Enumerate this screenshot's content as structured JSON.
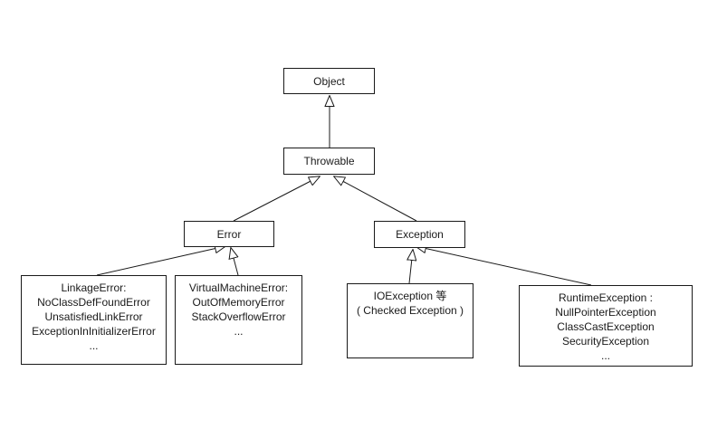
{
  "colors": {
    "line": "#1a1a1a",
    "background": "#ffffff",
    "text": "#1a1a1a"
  },
  "nodes": {
    "object": {
      "label": "Object"
    },
    "throwable": {
      "label": "Throwable"
    },
    "error": {
      "label": "Error"
    },
    "exception": {
      "label": "Exception"
    },
    "linkage_error": {
      "lines": [
        "LinkageError:",
        "NoClassDefFoundError",
        "UnsatisfiedLinkError",
        "ExceptionInInitializerError",
        "..."
      ]
    },
    "virtual_machine_error": {
      "lines": [
        "VirtualMachineError:",
        "OutOfMemoryError",
        "StackOverflowError",
        "..."
      ]
    },
    "io_exception": {
      "lines": [
        "IOException 等",
        "( Checked Exception )"
      ]
    },
    "runtime_exception": {
      "lines": [
        "RuntimeException :",
        "NullPointerException",
        "ClassCastException",
        "SecurityException",
        "..."
      ]
    }
  },
  "edges": [
    {
      "child": "Throwable",
      "parent": "Object",
      "type": "inheritance"
    },
    {
      "child": "Error",
      "parent": "Throwable",
      "type": "inheritance"
    },
    {
      "child": "Exception",
      "parent": "Throwable",
      "type": "inheritance"
    },
    {
      "child": "LinkageError",
      "parent": "Error",
      "type": "inheritance"
    },
    {
      "child": "VirtualMachineError",
      "parent": "Error",
      "type": "inheritance"
    },
    {
      "child": "IOException",
      "parent": "Exception",
      "type": "inheritance"
    },
    {
      "child": "RuntimeException",
      "parent": "Exception",
      "type": "inheritance"
    }
  ]
}
